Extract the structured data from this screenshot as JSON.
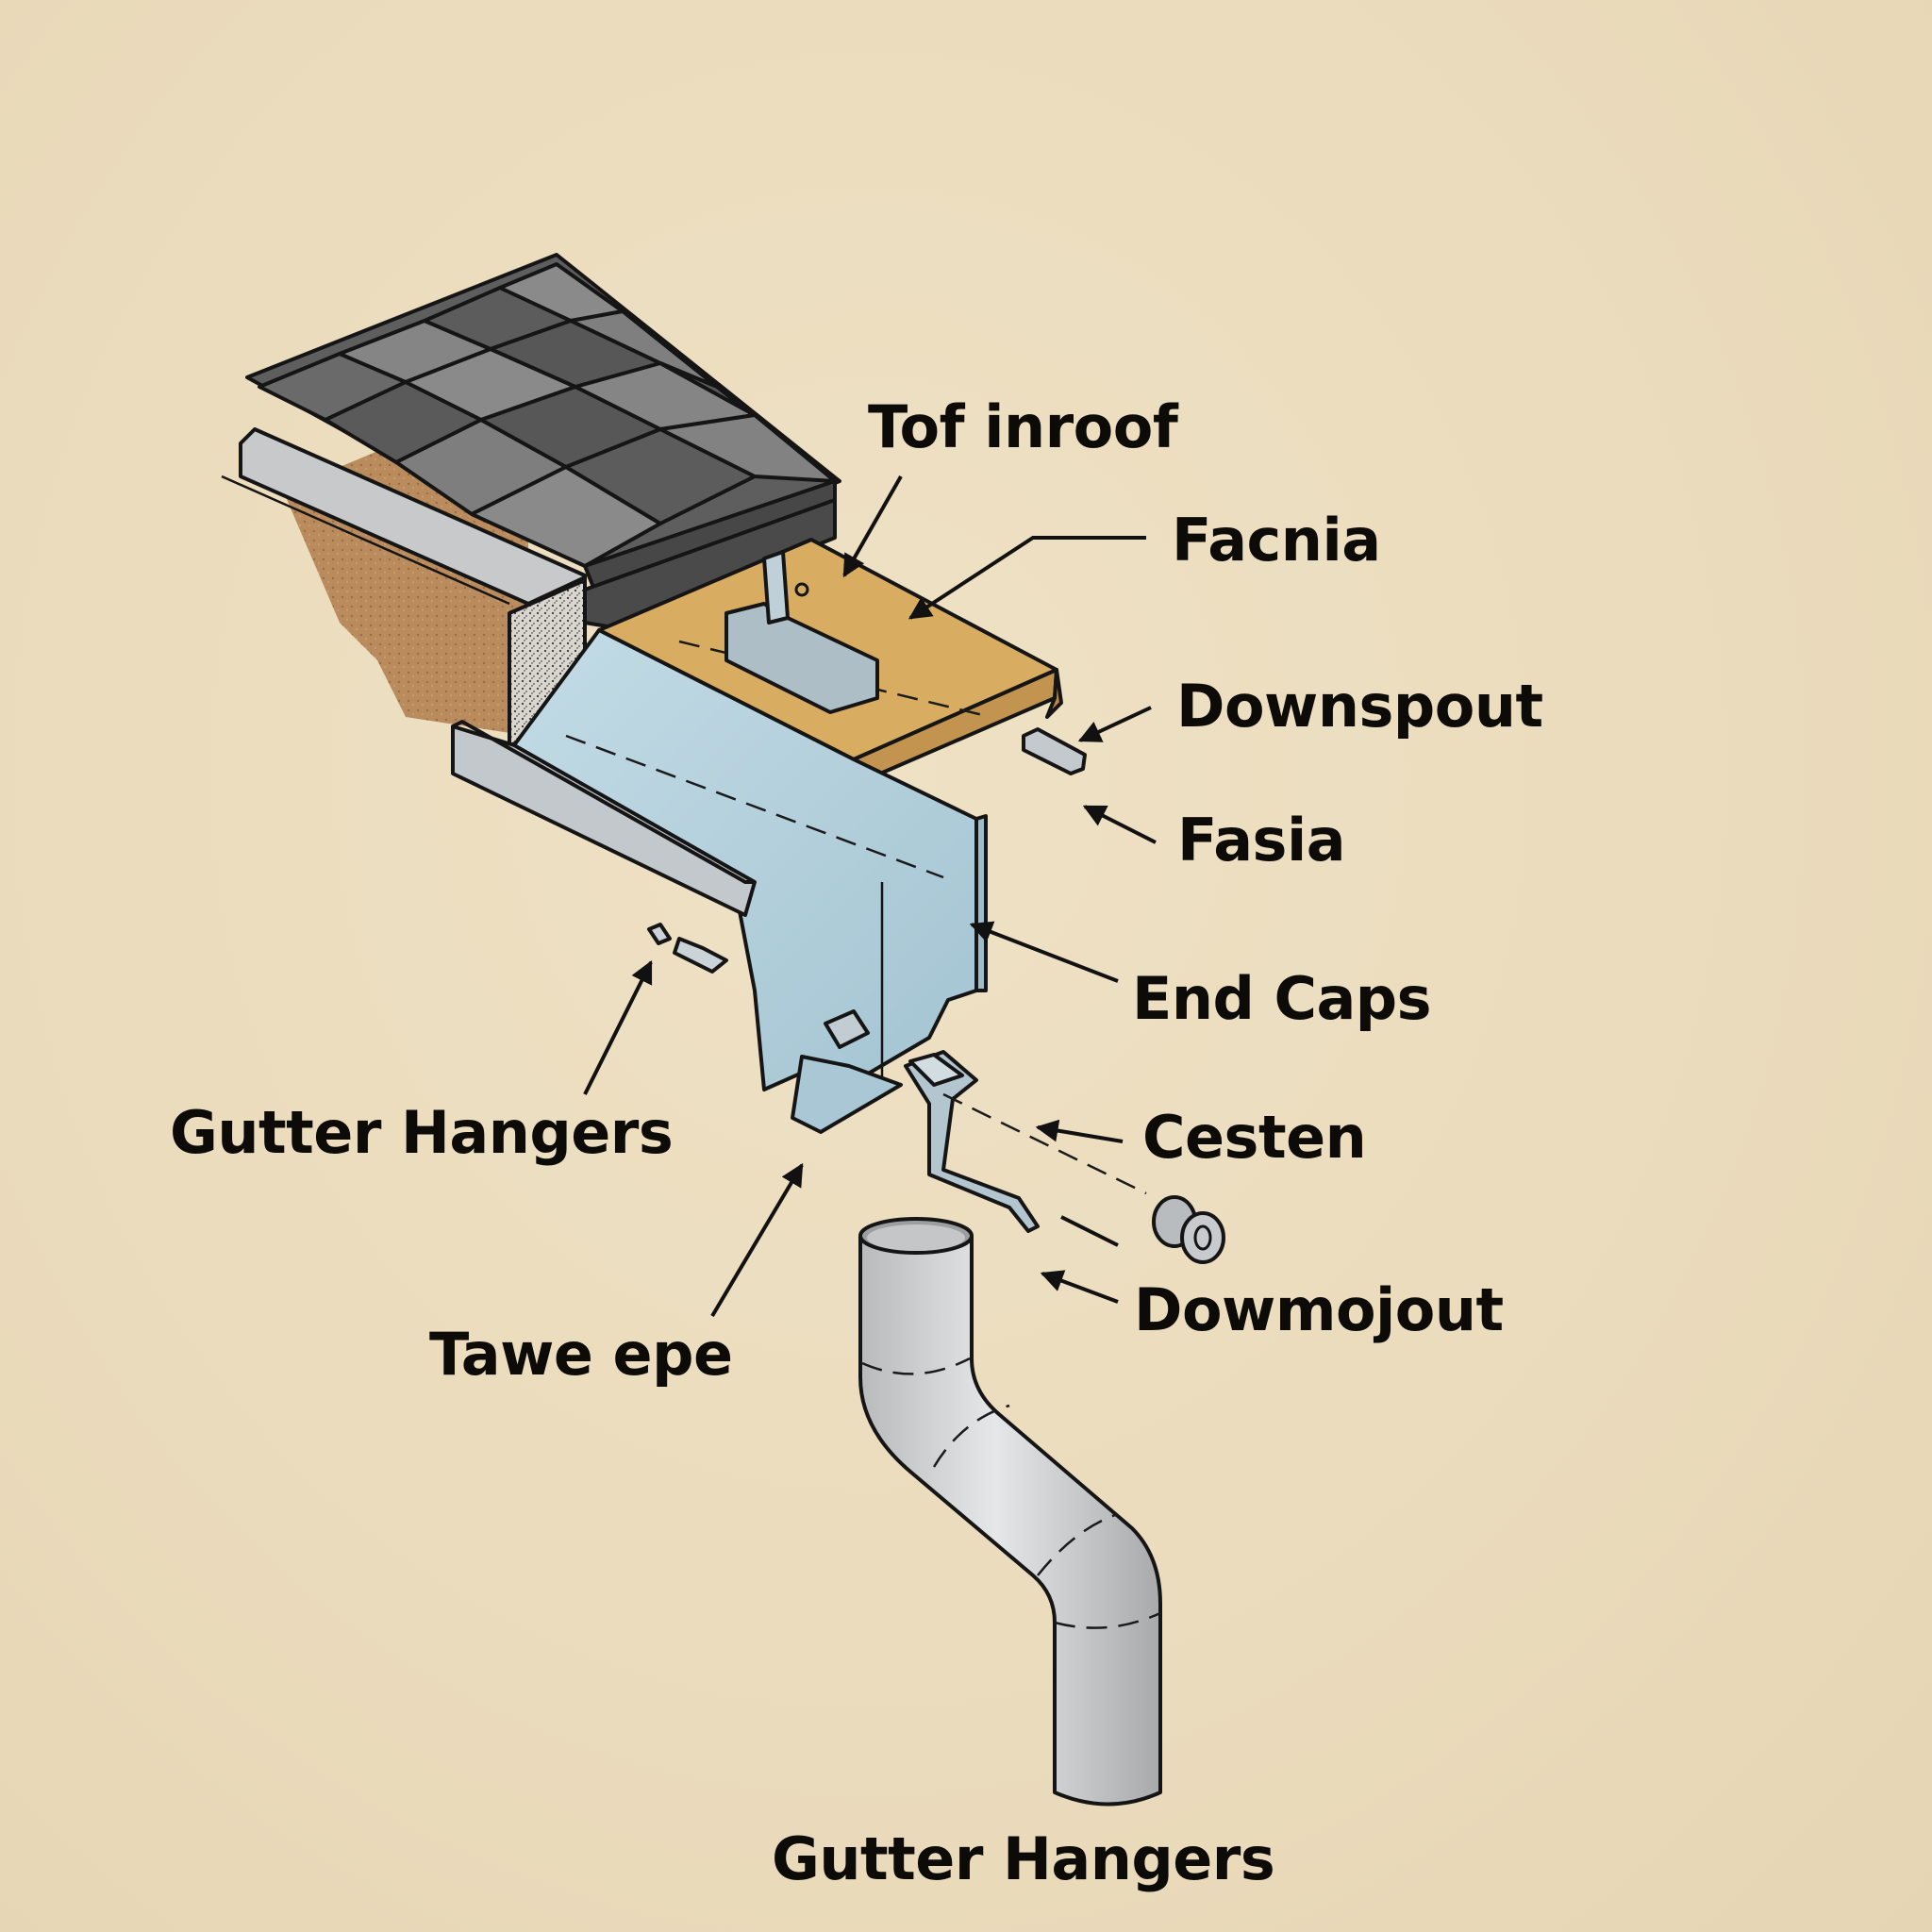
{
  "diagram": {
    "subject": "Roof edge gutter system exploded illustration",
    "colors": {
      "background": "#ecdcbc",
      "shingle_dark": "#5a5a5a",
      "shingle_light": "#7d7d7d",
      "fascia_board": "#d6aa5e",
      "gutter_metal": "#b3d0dc",
      "downspout_metal": "#c9cacb",
      "brick_wall": "#b78a5c",
      "label_text": "#0d0b08"
    },
    "labels": {
      "tof_inroof": "Tof inroof",
      "facnia": "Facnia",
      "downspout": "Downspout",
      "fasia": "Fasia",
      "end_caps": "End Caps",
      "cesten": "Cesten",
      "dowmojout": "Dowmojout",
      "gutter_hangers_left": "Gutter Hangers",
      "tawe_epe": "Tawe epe",
      "gutter_hangers_bottom": "Gutter Hangers"
    }
  }
}
